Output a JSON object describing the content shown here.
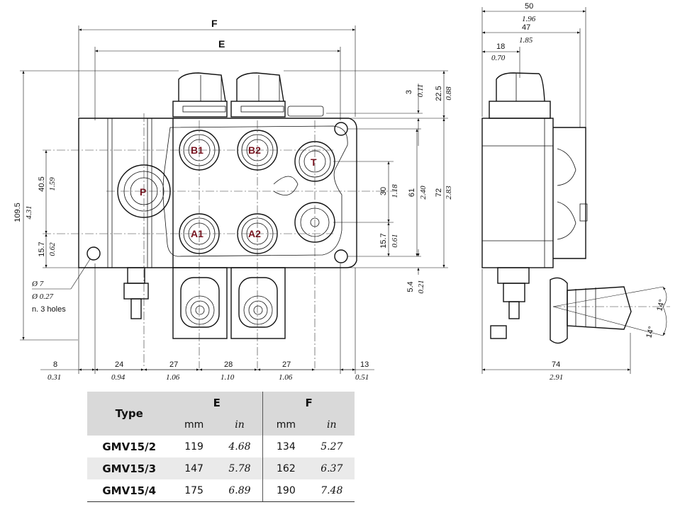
{
  "dims_front": {
    "F": "F",
    "E": "E",
    "h_total_mm": "109.5",
    "h_total_in": "4.31",
    "h_p_mm": "40.5",
    "h_p_in": "1.59",
    "h_hole_mm": "15.7",
    "h_hole_in": "0.62",
    "r_top_mm": "3",
    "r_top_in": "0.11",
    "r_cap_mm": "22.5",
    "r_cap_in": "0.88",
    "r_30_mm": "30",
    "r_30_in": "1.18",
    "r_61_mm": "61",
    "r_61_in": "2.40",
    "r_72_mm": "72",
    "r_72_in": "2.83",
    "r_157_mm": "15.7",
    "r_157_in": "0.61",
    "r_54_mm": "5.4",
    "r_54_in": "0.21",
    "hole_d_mm": "Ø 7",
    "hole_d_in": "Ø 0.27",
    "hole_note": "n. 3 holes",
    "b_8_mm": "8",
    "b_8_in": "0.31",
    "b_24_mm": "24",
    "b_24_in": "0.94",
    "b_27a_mm": "27",
    "b_27a_in": "1.06",
    "b_28_mm": "28",
    "b_28_in": "1.10",
    "b_27b_mm": "27",
    "b_27b_in": "1.06",
    "b_13_mm": "13",
    "b_13_in": "0.51"
  },
  "ports": {
    "b1": "B1",
    "b2": "B2",
    "t": "T",
    "p": "P",
    "a1": "A1",
    "a2": "A2"
  },
  "dims_side": {
    "w50_mm": "50",
    "w50_in": "1.96",
    "w47_mm": "47",
    "w47_in": "1.85",
    "w18_mm": "18",
    "w18_in": "0.70",
    "w74_mm": "74",
    "w74_in": "2.91",
    "ang1": "14°",
    "ang2": "14°"
  },
  "table": {
    "h_type": "Type",
    "h_e": "E",
    "h_f": "F",
    "u_mm": "mm",
    "u_in": "in",
    "rows": [
      {
        "type": "GMV15/2",
        "e_mm": "119",
        "e_in": "4.68",
        "f_mm": "134",
        "f_in": "5.27"
      },
      {
        "type": "GMV15/3",
        "e_mm": "147",
        "e_in": "5.78",
        "f_mm": "162",
        "f_in": "6.37"
      },
      {
        "type": "GMV15/4",
        "e_mm": "175",
        "e_in": "6.89",
        "f_mm": "190",
        "f_in": "7.48"
      }
    ]
  }
}
